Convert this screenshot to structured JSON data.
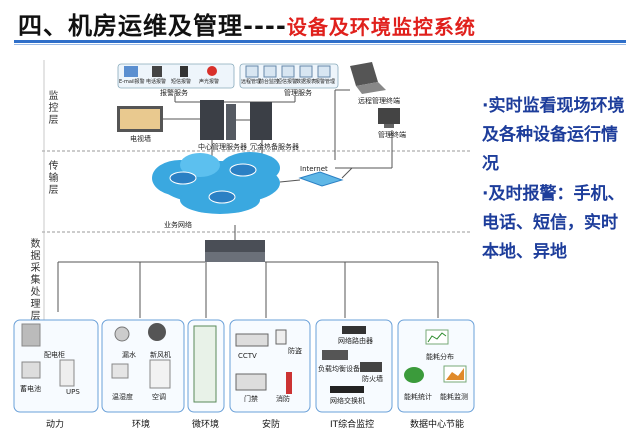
{
  "title": {
    "main": "四、机房运维及管理----",
    "sub": "设备及环境监控系统"
  },
  "layers": {
    "monitor": "监控层",
    "transmit": "传输层",
    "collect": "数据采集处理层"
  },
  "monitor": {
    "alarm_services": [
      "E-mail报警",
      "电话报警",
      "短信报警",
      "声光报警"
    ],
    "alarm_group_label": "报警服务",
    "mgmt_services": [
      "远程管理",
      "前台监控",
      "短信报警",
      "数据报表",
      "报警管理"
    ],
    "mgmt_group_label": "管理服务",
    "tv_wall": "电视墙",
    "central_server": "中心管理服务器",
    "backup_server": "冗余热备服务器",
    "remote_terminal": "远程管理终端",
    "mgmt_terminal": "管理终端"
  },
  "transmit": {
    "internet": "Internet",
    "business_network": "业务网络"
  },
  "categories": [
    {
      "label": "动力",
      "items": [
        "配电柜",
        "UPS",
        "蓄电池"
      ]
    },
    {
      "label": "环境",
      "items": [
        "漏水",
        "新风机",
        "温湿度",
        "空调"
      ]
    },
    {
      "label": "微环境",
      "items": []
    },
    {
      "label": "安防",
      "items": [
        "CCTV",
        "防盗",
        "门禁",
        "消防"
      ]
    },
    {
      "label": "IT综合监控",
      "items": [
        "网络路由器",
        "负载均衡设备",
        "防火墙",
        "网络交换机"
      ]
    },
    {
      "label": "数据中心节能",
      "items": [
        "能耗分布",
        "能耗统计",
        "能耗监测"
      ]
    }
  ],
  "bullets": [
    "·实时监看现场环境及各种设备运行情况",
    "·及时报警：手机、电话、短信，实时本地、异地"
  ],
  "colors": {
    "title_accent": "#e0201c",
    "line_blue": "#2f6fc9",
    "bullet_text": "#1d3d9b"
  }
}
